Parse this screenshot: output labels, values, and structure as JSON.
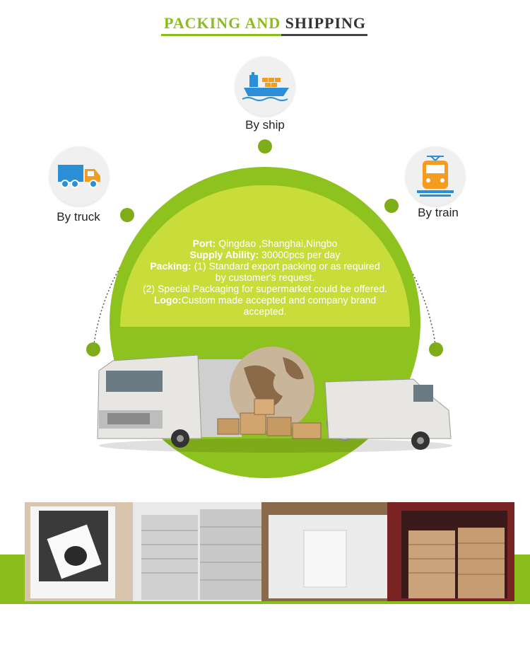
{
  "title": {
    "part1": "PACKING AND",
    "part2": "SHIPPING"
  },
  "transport": {
    "ship": {
      "label": "By ship",
      "icon": "ship-icon"
    },
    "truck": {
      "label": "By truck",
      "icon": "truck-icon"
    },
    "train": {
      "label": "By train",
      "icon": "train-icon"
    }
  },
  "info": {
    "port_label": "Port:",
    "port_value": " Qingdao ,Shanghai,Ningbo",
    "supply_label": "Supply Ability:",
    "supply_value": " 30000pcs per day",
    "packing_label": "Packing:",
    "packing_value1": " (1) Standard export packing or as required",
    "packing_value2": "by customer's request.",
    "packing_value3": "(2) Special Packaging for supermarket could be offered.",
    "logo_label": "Logo:",
    "logo_value1": "Custom made accepted and company brand",
    "logo_value2": "accepted."
  },
  "colors": {
    "accent": "#8cbd1e",
    "band": "#c8dc3a",
    "dot": "#7fad1a"
  }
}
